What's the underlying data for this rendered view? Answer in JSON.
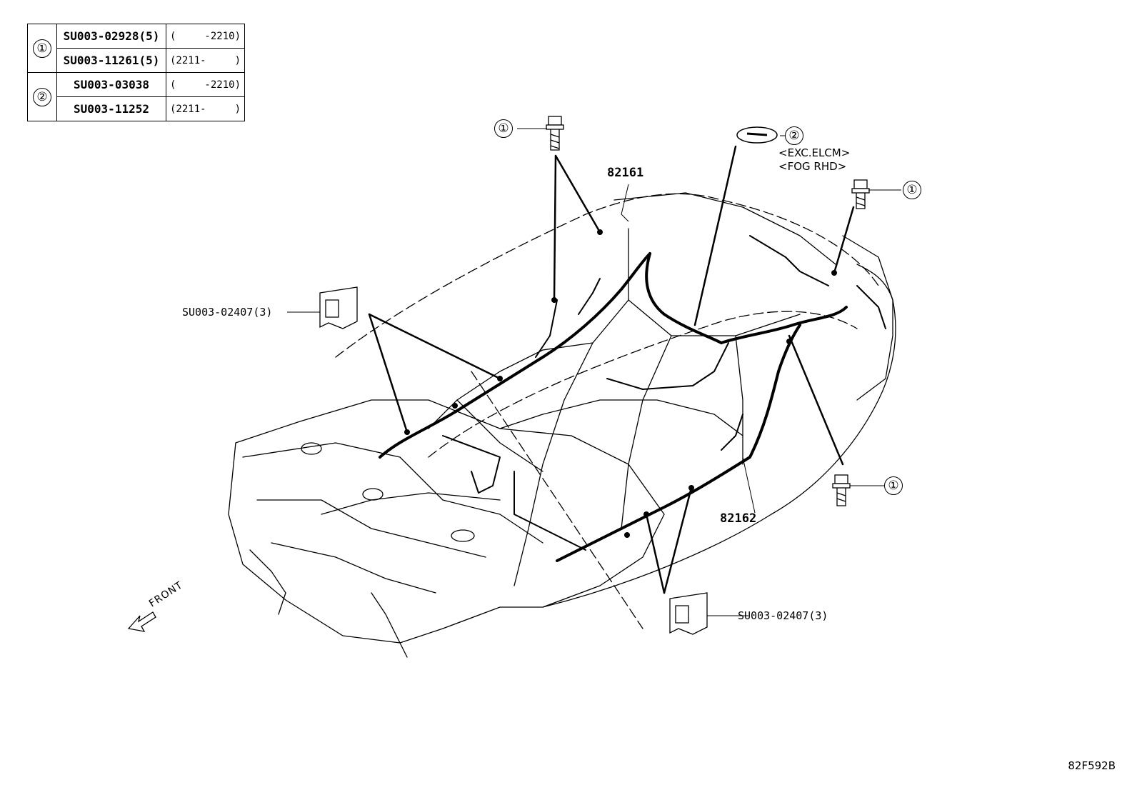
{
  "parts_table": [
    {
      "ref": "①",
      "rows": [
        {
          "part": "SU003-02928(5)",
          "from": "(",
          "to": "-2210)"
        },
        {
          "part": "SU003-11261(5)",
          "from": "(2211-",
          "to": ")"
        }
      ]
    },
    {
      "ref": "②",
      "rows": [
        {
          "part": "SU003-03038",
          "from": "(",
          "to": "-2210)"
        },
        {
          "part": "SU003-11252",
          "from": "(2211-",
          "to": ")"
        }
      ]
    }
  ],
  "labels": {
    "harness_front": "82161",
    "harness_rear": "82162",
    "clip_left": "SU003-02407(3)",
    "clip_right": "SU003-02407(3)",
    "cond_1": "<EXC.ELCM>",
    "cond_2": "<FOG RHD>",
    "front_arrow": "FRONT",
    "diagram_code": "82F592B"
  },
  "callouts": {
    "bolt": "①",
    "plug": "②"
  }
}
